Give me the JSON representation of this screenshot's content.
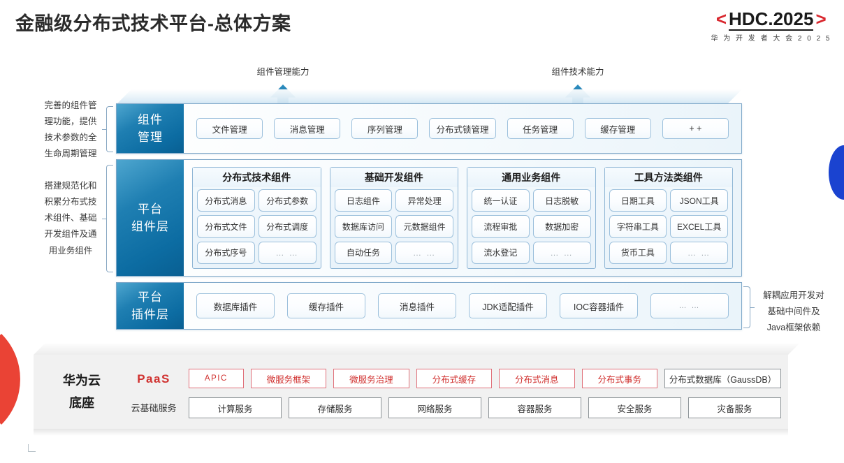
{
  "header": {
    "title": "金融级分布式技术平台-总体方案",
    "logo_open": "<",
    "logo_text": "HDC.2025",
    "logo_close": ">",
    "logo_sub": "华 为 开 发 者 大 会 2 0 2 5"
  },
  "arrows": [
    {
      "label": "组件管理能力"
    },
    {
      "label": "组件技术能力"
    }
  ],
  "notes": {
    "left_top": "完善的组件管\n理功能，提供\n技术参数的全\n生命周期管理",
    "left_top_lines": [
      "完善的组件管",
      "理功能，提供",
      "技术参数的全",
      "生命周期管理"
    ],
    "left_mid_lines": [
      "搭建规范化和",
      "积累分布式技",
      "术组件、基础",
      "开发组件及通",
      "用业务组件"
    ],
    "right_lines": [
      "解耦应用开发对",
      "基础中间件及",
      "Java框架依赖"
    ]
  },
  "component_management": {
    "side_label_lines": [
      "组件",
      "管理"
    ],
    "items": [
      "文件管理",
      "消息管理",
      "序列管理",
      "分布式锁管理",
      "任务管理",
      "缓存管理",
      "+ +"
    ]
  },
  "platform_component_layer": {
    "side_label_lines": [
      "平台",
      "组件层"
    ],
    "groups": [
      {
        "title": "分布式技术组件",
        "items": [
          "分布式消息",
          "分布式参数",
          "分布式文件",
          "分布式调度",
          "分布式序号",
          "… …"
        ]
      },
      {
        "title": "基础开发组件",
        "items": [
          "日志组件",
          "异常处理",
          "数据库访问",
          "元数据组件",
          "自动任务",
          "… …"
        ]
      },
      {
        "title": "通用业务组件",
        "items": [
          "统一认证",
          "日志脱敏",
          "流程审批",
          "数据加密",
          "流水登记",
          "… …"
        ]
      },
      {
        "title": "工具方法类组件",
        "items": [
          "日期工具",
          "JSON工具",
          "字符串工具",
          "EXCEL工具",
          "货币工具",
          "… …"
        ]
      }
    ]
  },
  "platform_plugin_layer": {
    "side_label_lines": [
      "平台",
      "插件层"
    ],
    "items": [
      "数据库插件",
      "缓存插件",
      "消息插件",
      "JDK适配插件",
      "IOC容器插件",
      "… …"
    ]
  },
  "cloud_base": {
    "title_lines": [
      "华为云",
      "底座"
    ],
    "paas_label": "PaaS",
    "cloud_basic_label": "云基础服务",
    "paas_items": [
      "APIC",
      "微服务框架",
      "微服务治理",
      "分布式缓存",
      "分布式消息",
      "分布式事务",
      "分布式数据库（GaussDB）"
    ],
    "cloud_items": [
      "计算服务",
      "存储服务",
      "网络服务",
      "容器服务",
      "安全服务",
      "灾备服务"
    ]
  },
  "colors": {
    "accent_red": "#d0312f",
    "accent_blue": "#0c6ca2",
    "brand_red": "#d9272e",
    "decor_blue": "#1a43d0"
  }
}
